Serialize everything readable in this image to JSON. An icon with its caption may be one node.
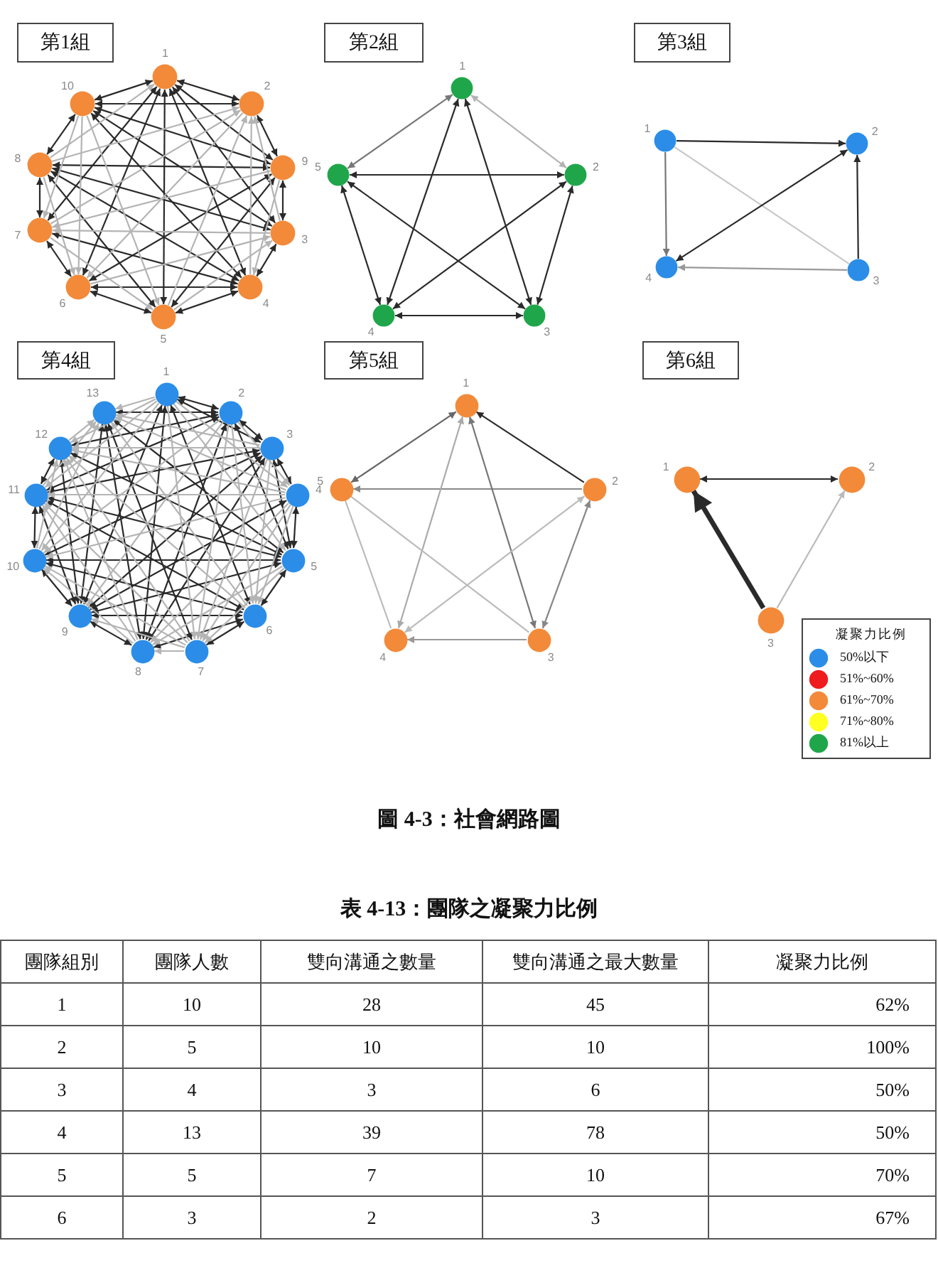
{
  "diagram": {
    "caption": "圖 4-3：社會網路圖",
    "nodes": [
      {
        "text": [
          "第1組"
        ]
      },
      {
        "text": [],
        "shape": "circle",
        "beside": [
          "1"
        ]
      },
      {
        "text": [],
        "shape": "circle",
        "beside": [
          "2"
        ]
      },
      {
        "text": [],
        "shape": "circle",
        "beside": [
          "3"
        ]
      },
      {
        "text": [],
        "shape": "circle",
        "beside": [
          "4"
        ]
      },
      {
        "text": [],
        "shape": "circle",
        "beside": [
          "5"
        ]
      },
      {
        "text": [],
        "shape": "circle",
        "beside": [
          "6"
        ]
      },
      {
        "text": [],
        "shape": "circle",
        "beside": [
          "7"
        ]
      },
      {
        "text": [],
        "shape": "circle",
        "beside": [
          "8"
        ]
      },
      {
        "text": [],
        "shape": "circle",
        "beside": [
          "9"
        ]
      },
      {
        "text": [],
        "shape": "circle",
        "beside": [
          "10"
        ]
      },
      {
        "text": [
          "第2組"
        ]
      },
      {
        "text": [],
        "shape": "circle",
        "beside": [
          "1"
        ]
      },
      {
        "text": [],
        "shape": "circle",
        "beside": [
          "2"
        ]
      },
      {
        "text": [],
        "shape": "circle",
        "beside": [
          "3"
        ]
      },
      {
        "text": [],
        "shape": "circle",
        "beside": [
          "4"
        ]
      },
      {
        "text": [],
        "shape": "circle",
        "beside": [
          "5"
        ]
      },
      {
        "text": [
          "第3組"
        ]
      },
      {
        "text": [],
        "shape": "circle",
        "beside": [
          "1"
        ]
      },
      {
        "text": [],
        "shape": "circle",
        "beside": [
          "2"
        ]
      },
      {
        "text": [],
        "shape": "circle",
        "beside": [
          "3"
        ]
      },
      {
        "text": [],
        "shape": "circle",
        "beside": [
          "4"
        ]
      },
      {
        "text": [
          "第4組"
        ]
      },
      {
        "text": [],
        "shape": "circle",
        "beside": [
          "1"
        ]
      },
      {
        "text": [],
        "shape": "circle",
        "beside": [
          "2"
        ]
      },
      {
        "text": [],
        "shape": "circle",
        "beside": [
          "3"
        ]
      },
      {
        "text": [],
        "shape": "circle",
        "beside": [
          "4"
        ]
      },
      {
        "text": [],
        "shape": "circle",
        "beside": [
          "5"
        ]
      },
      {
        "text": [],
        "shape": "circle",
        "beside": [
          "6"
        ]
      },
      {
        "text": [],
        "shape": "circle",
        "beside": [
          "7"
        ]
      },
      {
        "text": [],
        "shape": "circle",
        "beside": [
          "8"
        ]
      },
      {
        "text": [],
        "shape": "circle",
        "beside": [
          "9"
        ]
      },
      {
        "text": [],
        "shape": "circle",
        "beside": [
          "10"
        ]
      },
      {
        "text": [],
        "shape": "circle",
        "beside": [
          "11"
        ]
      },
      {
        "text": [],
        "shape": "circle",
        "beside": [
          "12"
        ]
      },
      {
        "text": [],
        "shape": "circle",
        "beside": [
          "13"
        ]
      },
      {
        "text": [
          "第5組"
        ]
      },
      {
        "text": [],
        "shape": "circle",
        "beside": [
          "1"
        ]
      },
      {
        "text": [],
        "shape": "circle",
        "beside": [
          "2"
        ]
      },
      {
        "text": [],
        "shape": "circle",
        "beside": [
          "3"
        ]
      },
      {
        "text": [],
        "shape": "circle",
        "beside": [
          "4"
        ]
      },
      {
        "text": [],
        "shape": "circle",
        "beside": [
          "5"
        ]
      },
      {
        "text": [
          "第6組"
        ]
      },
      {
        "text": [],
        "shape": "circle",
        "beside": [
          "1"
        ]
      },
      {
        "text": [],
        "shape": "circle",
        "beside": [
          "2"
        ]
      },
      {
        "text": [],
        "shape": "circle",
        "beside": [
          "3"
        ]
      }
    ],
    "edges": [
      {
        "from": 1,
        "to": 2,
        "arrow": "both"
      },
      {
        "from": 2,
        "to": 9,
        "arrow": "both"
      },
      {
        "from": 9,
        "to": 3,
        "arrow": "both"
      },
      {
        "from": 3,
        "to": 4,
        "arrow": "both"
      },
      {
        "from": 4,
        "to": 5,
        "arrow": "both"
      },
      {
        "from": 5,
        "to": 6,
        "arrow": "both"
      },
      {
        "from": 6,
        "to": 7,
        "arrow": "both"
      },
      {
        "from": 7,
        "to": 8,
        "arrow": "both"
      },
      {
        "from": 8,
        "to": 10,
        "arrow": "both"
      },
      {
        "from": 10,
        "to": 1,
        "arrow": "both"
      },
      {
        "from": 2,
        "to": 10,
        "arrow": "both"
      },
      {
        "from": 8,
        "to": 9,
        "arrow": "both"
      },
      {
        "from": 6,
        "to": 4,
        "arrow": "both"
      },
      {
        "from": 1,
        "to": 5,
        "arrow": "both"
      },
      {
        "from": 1,
        "to": 4,
        "arrow": "both"
      },
      {
        "from": 1,
        "to": 3,
        "arrow": "both"
      },
      {
        "from": 1,
        "to": 9,
        "arrow": "both"
      },
      {
        "from": 8,
        "to": 3,
        "arrow": "both"
      },
      {
        "from": 8,
        "to": 4,
        "arrow": "both"
      },
      {
        "from": 8,
        "to": 5,
        "arrow": "both"
      },
      {
        "from": 10,
        "to": 9,
        "arrow": "both"
      },
      {
        "from": 10,
        "to": 3,
        "arrow": "both"
      },
      {
        "from": 6,
        "to": 9,
        "arrow": "both"
      },
      {
        "from": 6,
        "to": 1,
        "arrow": "both"
      },
      {
        "from": 7,
        "to": 4,
        "arrow": "both"
      },
      {
        "from": 10,
        "to": 4,
        "arrow": "both"
      },
      {
        "from": 1,
        "to": 7,
        "arrow": "both"
      },
      {
        "from": 5,
        "to": 9,
        "arrow": "both"
      },
      {
        "from": 8,
        "to": 1,
        "arrow": "to",
        "color": "#b4b4b4"
      },
      {
        "from": 3,
        "to": 2,
        "arrow": "to",
        "color": "#b4b4b4"
      },
      {
        "from": 4,
        "to": 2,
        "arrow": "to",
        "color": "#b4b4b4"
      },
      {
        "from": 5,
        "to": 2,
        "arrow": "to",
        "color": "#b4b4b4"
      },
      {
        "from": 2,
        "to": 6,
        "arrow": "to",
        "color": "#b4b4b4"
      },
      {
        "from": 7,
        "to": 2,
        "arrow": "to",
        "color": "#b4b4b4"
      },
      {
        "from": 8,
        "to": 2,
        "arrow": "to",
        "color": "#b4b4b4"
      },
      {
        "from": 5,
        "to": 3,
        "arrow": "to",
        "color": "#b4b4b4"
      },
      {
        "from": 6,
        "to": 3,
        "arrow": "to",
        "color": "#b4b4b4"
      },
      {
        "from": 3,
        "to": 7,
        "arrow": "to",
        "color": "#b4b4b4"
      },
      {
        "from": 9,
        "to": 4,
        "arrow": "to",
        "color": "#b4b4b4"
      },
      {
        "from": 7,
        "to": 5,
        "arrow": "to",
        "color": "#b4b4b4"
      },
      {
        "from": 10,
        "to": 5,
        "arrow": "to",
        "color": "#b4b4b4"
      },
      {
        "from": 8,
        "to": 6,
        "arrow": "to",
        "color": "#b4b4b4"
      },
      {
        "from": 10,
        "to": 6,
        "arrow": "to",
        "color": "#b4b4b4"
      },
      {
        "from": 9,
        "to": 7,
        "arrow": "to",
        "color": "#b4b4b4"
      },
      {
        "from": 10,
        "to": 7,
        "arrow": "to",
        "color": "#b4b4b4"
      },
      {
        "from": 12,
        "to": 16,
        "arrow": "both",
        "color": "#777777"
      },
      {
        "from": 12,
        "to": 13,
        "arrow": "both",
        "color": "#b4b4b4"
      },
      {
        "from": 12,
        "to": 15,
        "arrow": "both"
      },
      {
        "from": 12,
        "to": 14,
        "arrow": "both"
      },
      {
        "from": 16,
        "to": 13,
        "arrow": "both"
      },
      {
        "from": 16,
        "to": 15,
        "arrow": "both"
      },
      {
        "from": 16,
        "to": 14,
        "arrow": "both"
      },
      {
        "from": 13,
        "to": 15,
        "arrow": "both"
      },
      {
        "from": 13,
        "to": 14,
        "arrow": "both"
      },
      {
        "from": 15,
        "to": 14,
        "arrow": "both"
      },
      {
        "from": 18,
        "to": 19,
        "arrow": "to"
      },
      {
        "from": 18,
        "to": 21,
        "arrow": "to",
        "color": "#777777"
      },
      {
        "from": 18,
        "to": 20,
        "arrow": "none",
        "color": "#c8c8c8"
      },
      {
        "from": 19,
        "to": 21,
        "arrow": "both"
      },
      {
        "from": 20,
        "to": 19,
        "arrow": "to"
      },
      {
        "from": 20,
        "to": 21,
        "arrow": "to",
        "color": "#999999"
      },
      {
        "from": 23,
        "to": 24,
        "arrow": "both"
      },
      {
        "from": 24,
        "to": 25,
        "arrow": "both"
      },
      {
        "from": 25,
        "to": 26,
        "arrow": "both"
      },
      {
        "from": 26,
        "to": 27,
        "arrow": "both"
      },
      {
        "from": 27,
        "to": 28,
        "arrow": "both"
      },
      {
        "from": 28,
        "to": 29,
        "arrow": "both"
      },
      {
        "from": 30,
        "to": 31,
        "arrow": "both"
      },
      {
        "from": 31,
        "to": 32,
        "arrow": "both"
      },
      {
        "from": 32,
        "to": 33,
        "arrow": "both"
      },
      {
        "from": 33,
        "to": 34,
        "arrow": "both"
      },
      {
        "from": 23,
        "to": 28,
        "arrow": "both"
      },
      {
        "from": 23,
        "to": 30,
        "arrow": "both"
      },
      {
        "from": 23,
        "to": 31,
        "arrow": "both"
      },
      {
        "from": 35,
        "to": 30,
        "arrow": "both"
      },
      {
        "from": 35,
        "to": 29,
        "arrow": "both"
      },
      {
        "from": 35,
        "to": 27,
        "arrow": "both"
      },
      {
        "from": 34,
        "to": 27,
        "arrow": "both"
      },
      {
        "from": 33,
        "to": 27,
        "arrow": "both"
      },
      {
        "from": 32,
        "to": 27,
        "arrow": "both"
      },
      {
        "from": 31,
        "to": 28,
        "arrow": "both"
      },
      {
        "from": 31,
        "to": 27,
        "arrow": "both"
      },
      {
        "from": 31,
        "to": 25,
        "arrow": "both"
      },
      {
        "from": 31,
        "to": 26,
        "arrow": "both"
      },
      {
        "from": 32,
        "to": 25,
        "arrow": "both"
      },
      {
        "from": 33,
        "to": 24,
        "arrow": "both"
      },
      {
        "from": 34,
        "to": 24,
        "arrow": "both"
      },
      {
        "from": 33,
        "to": 25,
        "arrow": "both"
      },
      {
        "from": 35,
        "to": 24,
        "arrow": "both"
      },
      {
        "from": 23,
        "to": 25,
        "arrow": "both"
      },
      {
        "from": 24,
        "to": 27,
        "arrow": "both"
      },
      {
        "from": 25,
        "to": 27,
        "arrow": "both"
      },
      {
        "from": 30,
        "to": 28,
        "arrow": "both"
      },
      {
        "from": 33,
        "to": 28,
        "arrow": "both"
      },
      {
        "from": 32,
        "to": 28,
        "arrow": "both"
      },
      {
        "from": 34,
        "to": 31,
        "arrow": "both"
      },
      {
        "from": 33,
        "to": 31,
        "arrow": "both"
      },
      {
        "from": 35,
        "to": 31,
        "arrow": "both"
      },
      {
        "from": 24,
        "to": 30,
        "arrow": "both"
      },
      {
        "from": 25,
        "to": 30,
        "arrow": "both"
      },
      {
        "from": 23,
        "to": 26,
        "arrow": "to",
        "color": "#b4b4b4"
      },
      {
        "from": 23,
        "to": 27,
        "arrow": "to",
        "color": "#b4b4b4"
      },
      {
        "from": 23,
        "to": 29,
        "arrow": "to",
        "color": "#b4b4b4"
      },
      {
        "from": 23,
        "to": 32,
        "arrow": "to",
        "color": "#b4b4b4"
      },
      {
        "from": 23,
        "to": 33,
        "arrow": "to",
        "color": "#b4b4b4"
      },
      {
        "from": 23,
        "to": 34,
        "arrow": "to",
        "color": "#b4b4b4"
      },
      {
        "from": 23,
        "to": 35,
        "arrow": "to",
        "color": "#b4b4b4"
      },
      {
        "from": 24,
        "to": 26,
        "arrow": "to",
        "color": "#b4b4b4"
      },
      {
        "from": 24,
        "to": 28,
        "arrow": "to",
        "color": "#b4b4b4"
      },
      {
        "from": 24,
        "to": 29,
        "arrow": "to",
        "color": "#b4b4b4"
      },
      {
        "from": 24,
        "to": 31,
        "arrow": "to",
        "color": "#b4b4b4"
      },
      {
        "from": 24,
        "to": 32,
        "arrow": "to",
        "color": "#b4b4b4"
      },
      {
        "from": 25,
        "to": 28,
        "arrow": "to",
        "color": "#b4b4b4"
      },
      {
        "from": 25,
        "to": 29,
        "arrow": "to",
        "color": "#b4b4b4"
      },
      {
        "from": 25,
        "to": 34,
        "arrow": "to",
        "color": "#b4b4b4"
      },
      {
        "from": 25,
        "to": 35,
        "arrow": "to",
        "color": "#b4b4b4"
      },
      {
        "from": 26,
        "to": 28,
        "arrow": "to",
        "color": "#b4b4b4"
      },
      {
        "from": 26,
        "to": 29,
        "arrow": "to",
        "color": "#b4b4b4"
      },
      {
        "from": 26,
        "to": 30,
        "arrow": "to",
        "color": "#b4b4b4"
      },
      {
        "from": 26,
        "to": 32,
        "arrow": "to",
        "color": "#b4b4b4"
      },
      {
        "from": 26,
        "to": 33,
        "arrow": "to",
        "color": "#b4b4b4"
      },
      {
        "from": 26,
        "to": 34,
        "arrow": "to",
        "color": "#b4b4b4"
      },
      {
        "from": 26,
        "to": 35,
        "arrow": "to",
        "color": "#b4b4b4"
      },
      {
        "from": 27,
        "to": 29,
        "arrow": "to",
        "color": "#b4b4b4"
      },
      {
        "from": 27,
        "to": 30,
        "arrow": "to",
        "color": "#b4b4b4"
      },
      {
        "from": 28,
        "to": 34,
        "arrow": "to",
        "color": "#b4b4b4"
      },
      {
        "from": 28,
        "to": 35,
        "arrow": "to",
        "color": "#b4b4b4"
      },
      {
        "from": 29,
        "to": 30,
        "arrow": "to",
        "color": "#b4b4b4"
      },
      {
        "from": 29,
        "to": 31,
        "arrow": "to",
        "color": "#b4b4b4"
      },
      {
        "from": 29,
        "to": 32,
        "arrow": "to",
        "color": "#b4b4b4"
      },
      {
        "from": 29,
        "to": 33,
        "arrow": "to",
        "color": "#b4b4b4"
      },
      {
        "from": 29,
        "to": 34,
        "arrow": "to",
        "color": "#b4b4b4"
      },
      {
        "from": 30,
        "to": 32,
        "arrow": "to",
        "color": "#b4b4b4"
      },
      {
        "from": 30,
        "to": 33,
        "arrow": "to",
        "color": "#b4b4b4"
      },
      {
        "from": 30,
        "to": 34,
        "arrow": "to",
        "color": "#b4b4b4"
      },
      {
        "from": 32,
        "to": 34,
        "arrow": "to",
        "color": "#b4b4b4"
      },
      {
        "from": 32,
        "to": 35,
        "arrow": "to",
        "color": "#b4b4b4"
      },
      {
        "from": 33,
        "to": 35,
        "arrow": "to",
        "color": "#b4b4b4"
      },
      {
        "from": 34,
        "to": 35,
        "arrow": "to",
        "color": "#b4b4b4"
      },
      {
        "from": 41,
        "to": 37,
        "arrow": "both",
        "color": "#666666"
      },
      {
        "from": 38,
        "to": 37,
        "arrow": "to"
      },
      {
        "from": 38,
        "to": 41,
        "arrow": "to",
        "color": "#888888"
      },
      {
        "from": 37,
        "to": 40,
        "arrow": "both",
        "color": "#aaaaaa"
      },
      {
        "from": 37,
        "to": 39,
        "arrow": "both",
        "color": "#777777"
      },
      {
        "from": 41,
        "to": 40,
        "arrow": "none",
        "color": "#bbbbbb"
      },
      {
        "from": 41,
        "to": 39,
        "arrow": "none",
        "color": "#bbbbbb"
      },
      {
        "from": 38,
        "to": 40,
        "arrow": "both",
        "color": "#bbbbbb"
      },
      {
        "from": 38,
        "to": 39,
        "arrow": "both",
        "color": "#888888"
      },
      {
        "from": 39,
        "to": 40,
        "arrow": "to",
        "color": "#999999"
      },
      {
        "from": 44,
        "to": 43,
        "arrow": "both"
      },
      {
        "from": 45,
        "to": 43,
        "arrow": "to",
        "style": "thick"
      },
      {
        "from": 45,
        "to": 44,
        "arrow": "to",
        "color": "#bbbbbb"
      }
    ],
    "labels": [
      "凝聚力比例",
      "表 4-13：團隊之凝聚力比例",
      "團隊組別",
      "團隊人數",
      "雙向溝通之數量",
      "雙向溝通之最大數量",
      "凝聚力比例",
      "1",
      "10",
      "28",
      "45",
      "62%",
      "2",
      "5",
      "10",
      "10",
      "100%",
      "3",
      "4",
      "3",
      "6",
      "50%",
      "4",
      "13",
      "39",
      "78",
      "50%",
      "5",
      "5",
      "7",
      "10",
      "70%",
      "6",
      "3",
      "2",
      "3",
      "67%"
    ],
    "legend": [
      {
        "text": "50%以下",
        "color": "#2b8de8"
      },
      {
        "text": "51%~60%",
        "color": "#ee1c1c"
      },
      {
        "text": "61%~70%",
        "color": "#f28a3a"
      },
      {
        "text": "71%~80%",
        "color": "#ffff22"
      },
      {
        "text": "81%以上",
        "color": "#1fa64a"
      }
    ]
  }
}
